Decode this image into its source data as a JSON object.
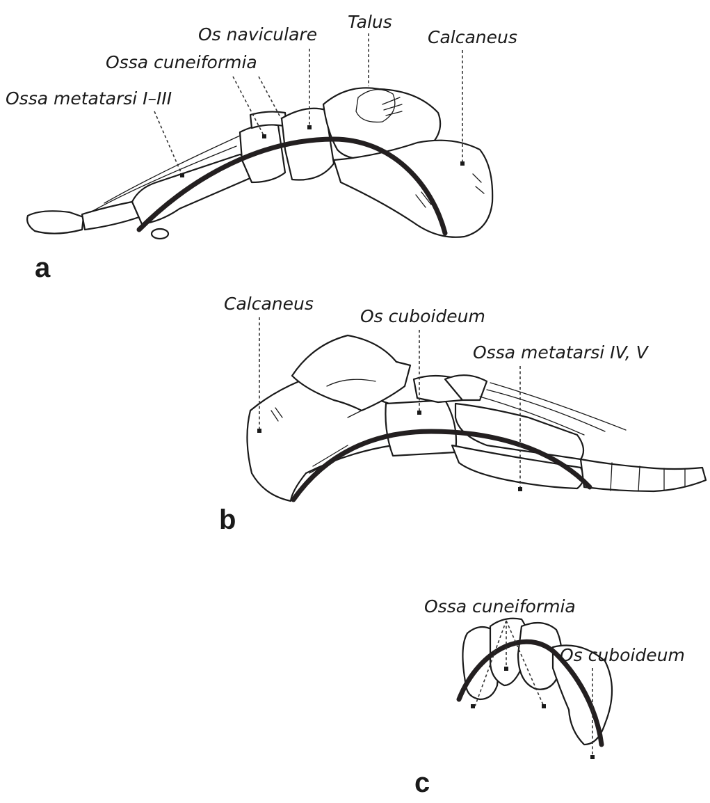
{
  "panels": {
    "a": {
      "letter": "a",
      "labels": {
        "ossa_metatarsi": "Ossa metatarsi I–III",
        "ossa_cuneiformia": "Ossa cuneiformia",
        "os_naviculare": "Os naviculare",
        "talus": "Talus",
        "calcaneus": "Calcaneus"
      }
    },
    "b": {
      "letter": "b",
      "labels": {
        "calcaneus": "Calcaneus",
        "os_cuboideum": "Os cuboideum",
        "ossa_metatarsi": "Ossa metatarsi IV, V"
      }
    },
    "c": {
      "letter": "c",
      "labels": {
        "ossa_cuneiformia": "Ossa cuneiformia",
        "os_cuboideum": "Os cuboideum"
      }
    }
  },
  "colors": {
    "ink": "#1a1a1a",
    "arch": "#231f20",
    "background": "#ffffff"
  }
}
